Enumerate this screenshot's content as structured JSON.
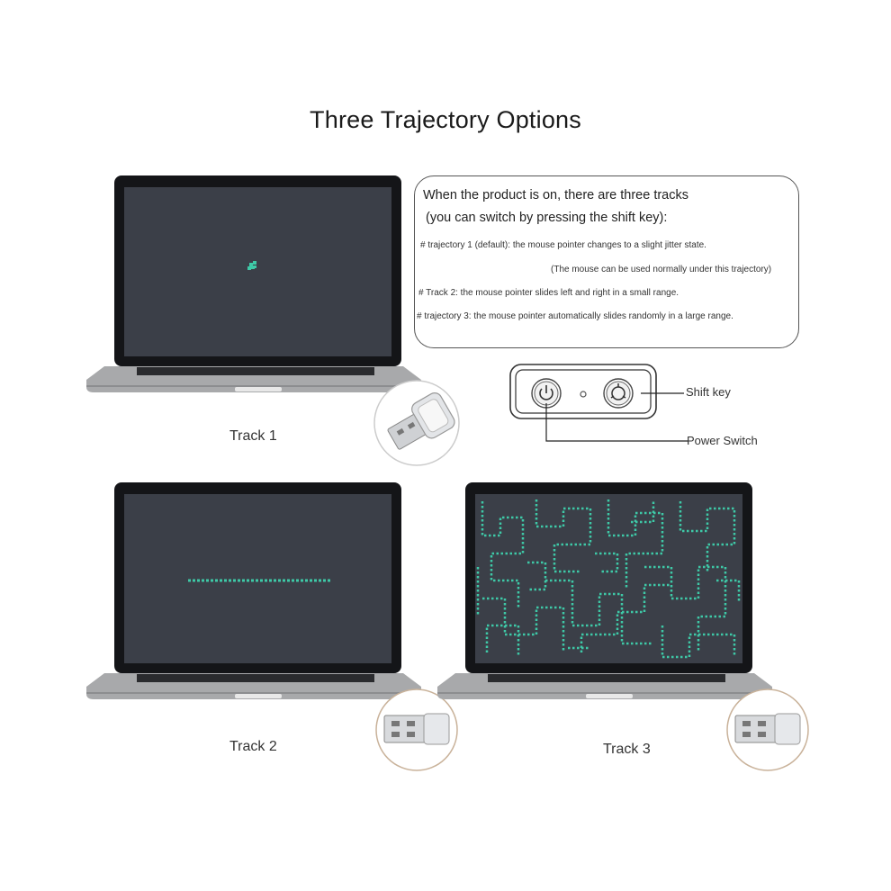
{
  "title": "Three Trajectory Options",
  "info": {
    "line1": "When the product is on, there are three tracks",
    "line2": "(you can switch by pressing the shift key):",
    "track1": "# trajectory 1 (default): the mouse pointer changes to a slight jitter state.",
    "track1_note": "(The mouse can be used normally under this trajectory)",
    "track2": "# Track 2: the mouse pointer slides left and right in a small range.",
    "track3": "# trajectory 3: the mouse pointer automatically slides randomly in a large range."
  },
  "device": {
    "shift_label": "Shift key",
    "power_label": "Power Switch"
  },
  "tracks": [
    {
      "label": "Track 1"
    },
    {
      "label": "Track 2"
    },
    {
      "label": "Track 3"
    }
  ],
  "colors": {
    "screen": "#3b3f48",
    "trail": "#3ec9a7",
    "body": "#a8a9ab",
    "bezel": "#141518"
  }
}
